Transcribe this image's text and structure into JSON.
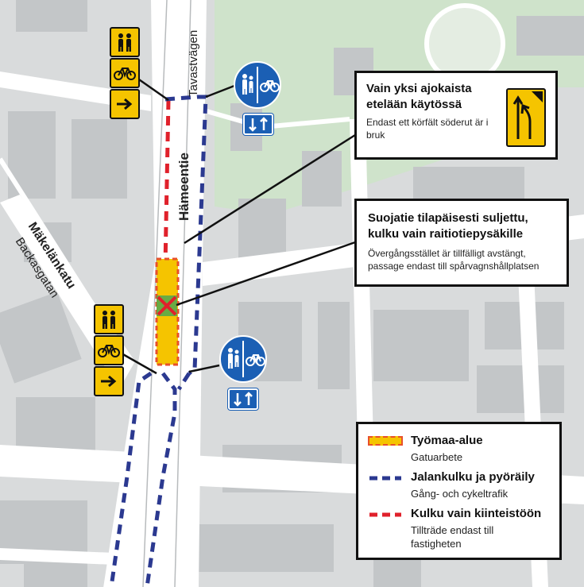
{
  "streets": {
    "tavastvagen": "Tavastvägen",
    "hameentie": "Hämeentie",
    "makelankatu": "Mäkelänkatu",
    "backasgatan": "Backasgatan"
  },
  "callouts": {
    "lane": {
      "title_fi": "Vain yksi ajokaista etelään käytössä",
      "text_sv": "Endast ett körfält söderut är i bruk"
    },
    "crossing": {
      "title_fi": "Suojatie tilapäisesti suljettu, kulku vain raitiotiepysäkille",
      "text_sv": "Övergångsstället är tillfälligt avstängt, passage endast till spårvagnshållplatsen"
    }
  },
  "legend": {
    "work_area": {
      "title": "Työmaa-alue",
      "subtitle": "Gatuarbete",
      "color": "#f5c400",
      "accent": "#e8502a"
    },
    "pedestrian_cycle": {
      "title": "Jalankulku ja pyöräily",
      "subtitle": "Gång- och cykeltrafik",
      "color": "#2b3990"
    },
    "property_access": {
      "title": "Kulku vain kiinteistöön",
      "subtitle": "Tillträde endast till fastigheten",
      "color": "#e0212b"
    }
  },
  "colors": {
    "sign_blue": "#1b5fb4",
    "sign_yellow": "#f5c400",
    "route_blue": "#2b3990",
    "route_red": "#e0212b",
    "closed_cross": "#e0212b",
    "park_green": "#cfe3cb"
  },
  "icons": {
    "pedestrian": "pedestrian-icon",
    "bicycle": "bicycle-icon",
    "arrow_right": "arrow-right-icon",
    "arrows_up_down": "arrows-up-down-icon",
    "lane_merge": "lane-merge-icon",
    "closed_crossing": "closed-cross-icon"
  }
}
